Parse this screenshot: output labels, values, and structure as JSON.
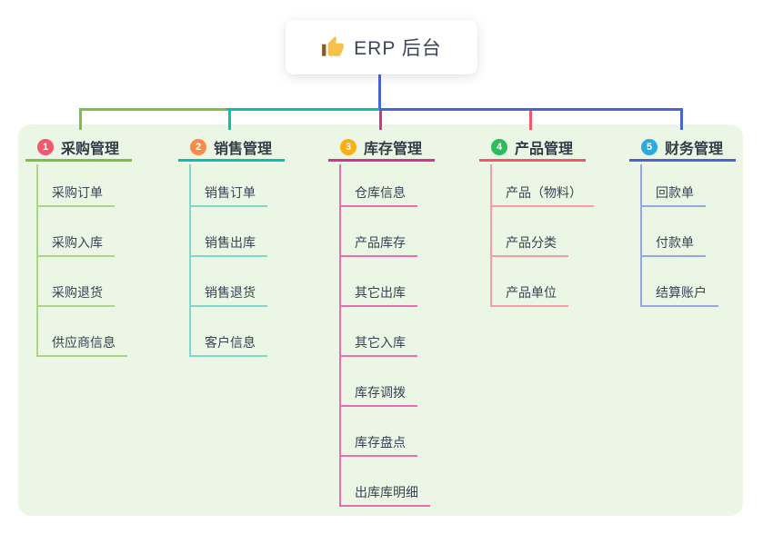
{
  "root": {
    "title": "ERP 后台",
    "icon": "thumbs-up-icon"
  },
  "colors": {
    "canvas_bg": "#FFFFFF",
    "panel_bg": "#EBF6E5",
    "root_line": "#4A64D4",
    "header_text": "#333B47",
    "child_text": "#3A4254",
    "root_title_text": "#3C4557",
    "branch_main": [
      "#7EC142",
      "#0ABFB1",
      "#D2348F",
      "#F4566E",
      "#4A64D4"
    ],
    "branch_light": [
      "#ABD687",
      "#7FD8CC",
      "#EE6AB2",
      "#F89CA3",
      "#92A9E6"
    ],
    "badge_bg": [
      "#F4566E",
      "#FB8A4B",
      "#FFAE12",
      "#2BBD5C",
      "#2BA9E1"
    ],
    "thumb_icon_hand": "#F7C04A",
    "thumb_icon_cuff": "#8B5A2B"
  },
  "branches": [
    {
      "badge": "1",
      "label": "采购管理",
      "children": [
        "采购订单",
        "采购入库",
        "采购退货",
        "供应商信息"
      ]
    },
    {
      "badge": "2",
      "label": "销售管理",
      "children": [
        "销售订单",
        "销售出库",
        "销售退货",
        "客户信息"
      ]
    },
    {
      "badge": "3",
      "label": "库存管理",
      "children": [
        "仓库信息",
        "产品库存",
        "其它出库",
        "其它入库",
        "库存调拨",
        "库存盘点",
        "出库库明细"
      ]
    },
    {
      "badge": "4",
      "label": "产品管理",
      "children": [
        "产品（物料）",
        "产品分类",
        "产品单位"
      ]
    },
    {
      "badge": "5",
      "label": "财务管理",
      "children": [
        "回款单",
        "付款单",
        "结算账户"
      ]
    }
  ]
}
